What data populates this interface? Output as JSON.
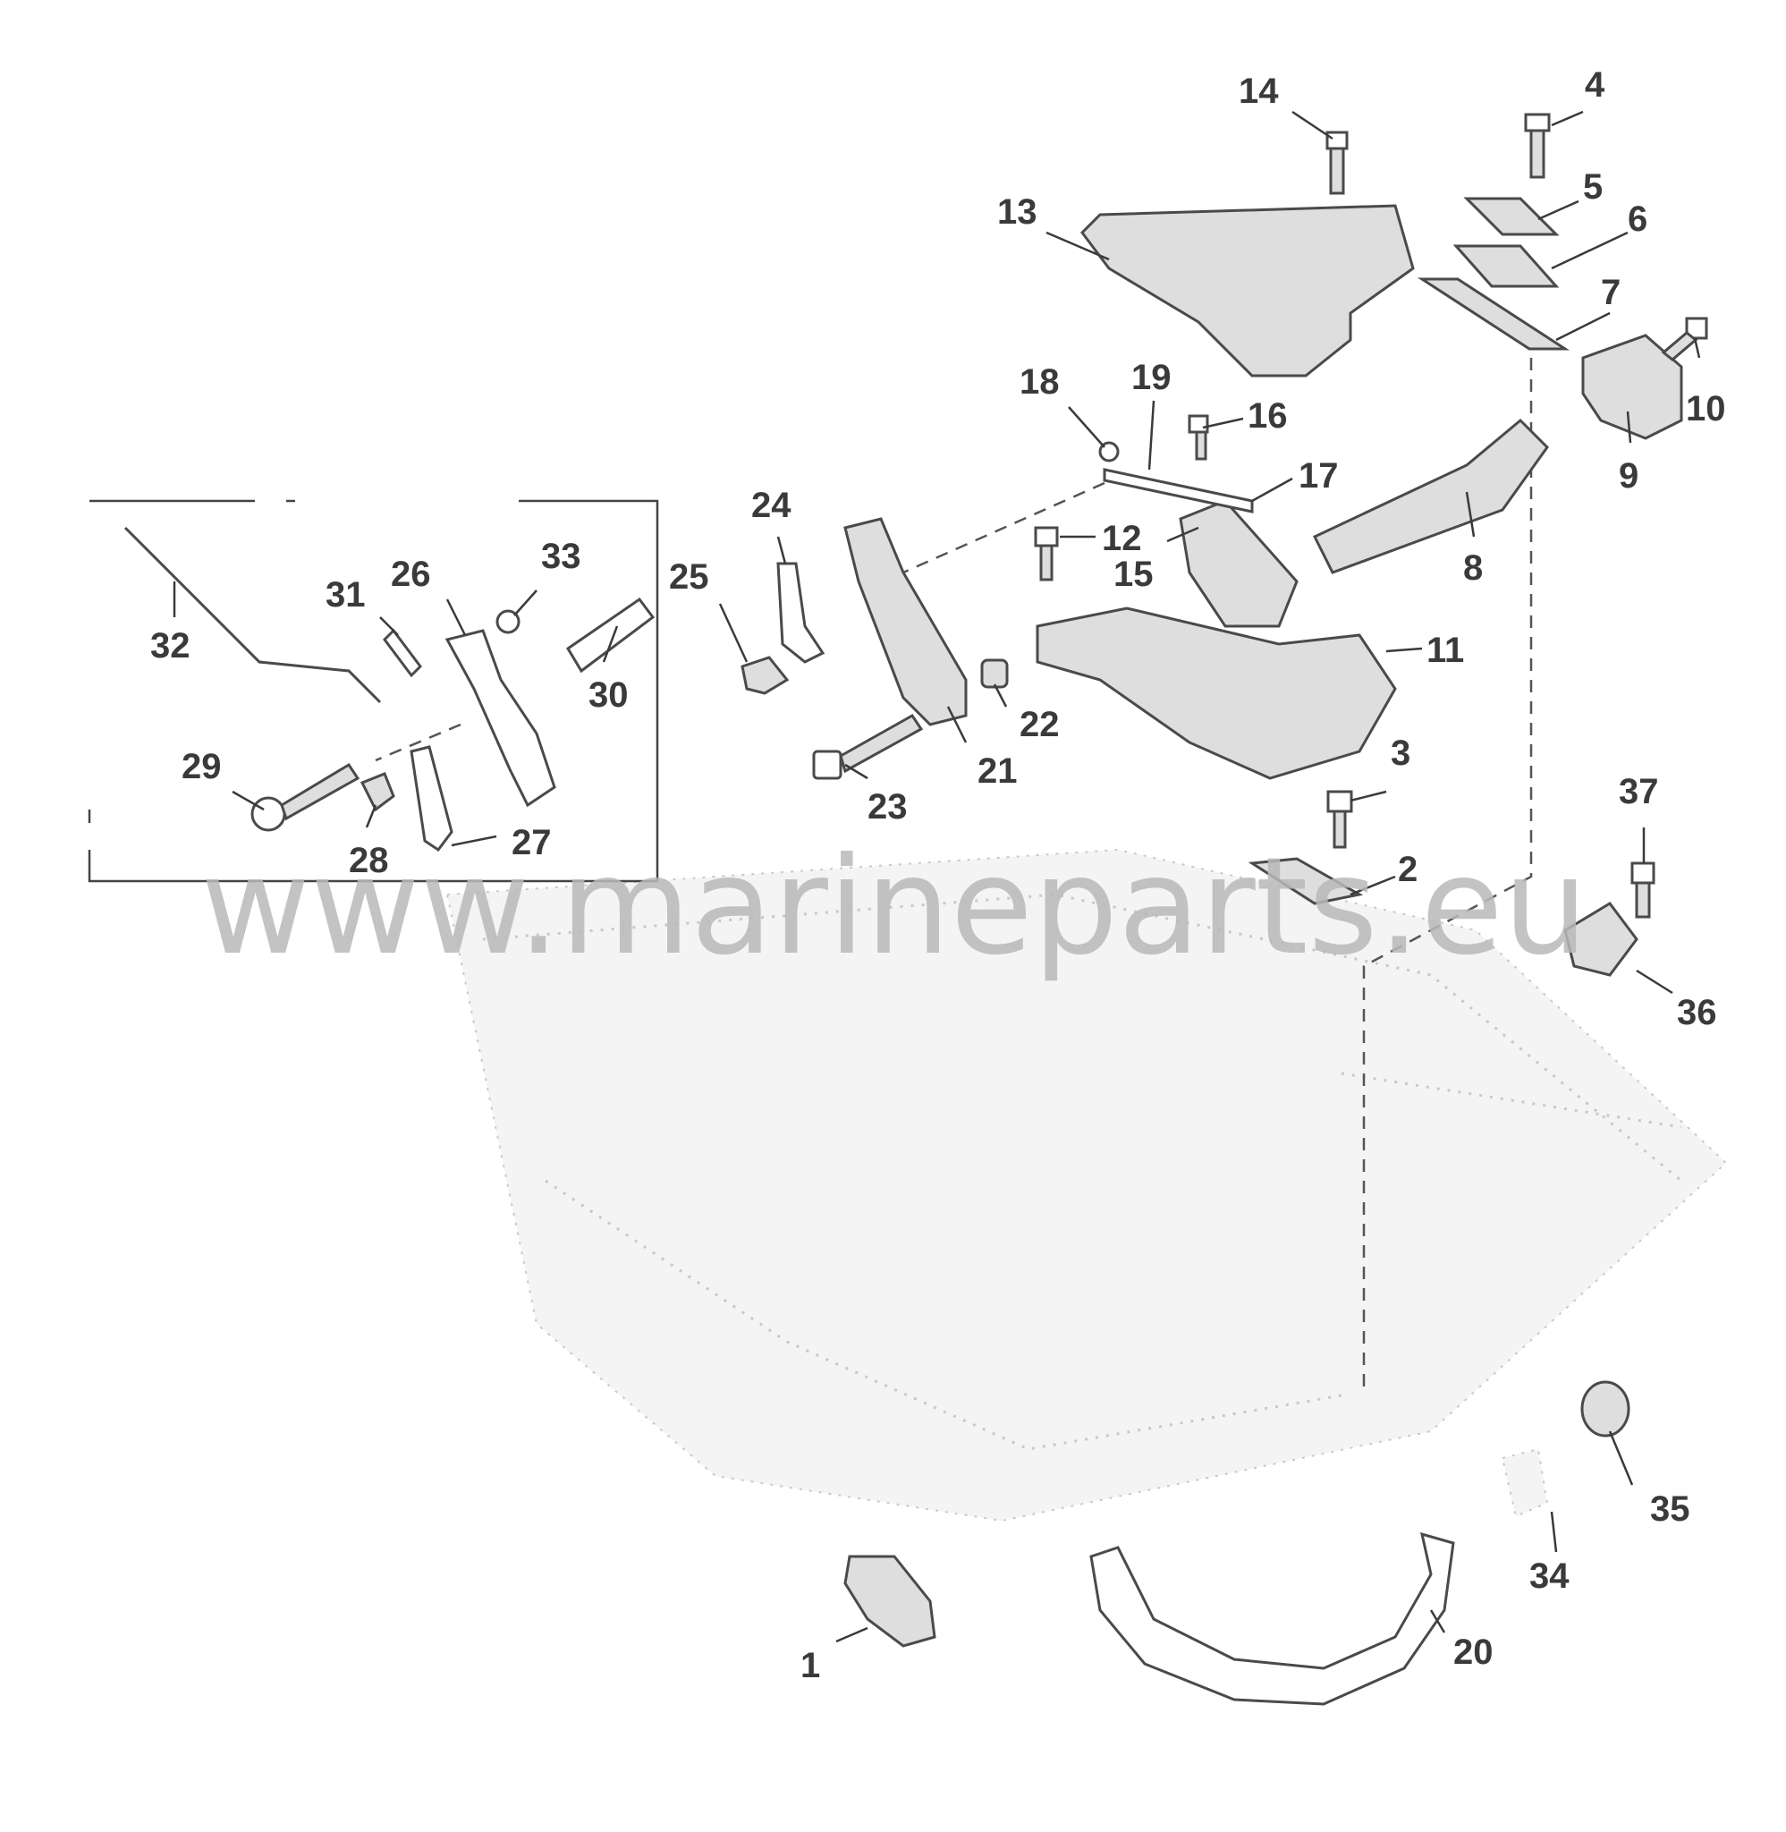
{
  "watermark": "www.marineparts.eu",
  "callouts": [
    "1",
    "2",
    "3",
    "4",
    "5",
    "6",
    "7",
    "8",
    "9",
    "10",
    "11",
    "12",
    "13",
    "14",
    "15",
    "16",
    "17",
    "18",
    "19",
    "20",
    "21",
    "22",
    "23",
    "24",
    "25",
    "26",
    "27",
    "28",
    "29",
    "30",
    "31",
    "32",
    "33",
    "34",
    "35",
    "36",
    "37"
  ],
  "colors": {
    "line": "#4a4a4a",
    "label": "#3a3a3a",
    "watermark": "#b9b9b9",
    "background": "#ffffff"
  }
}
